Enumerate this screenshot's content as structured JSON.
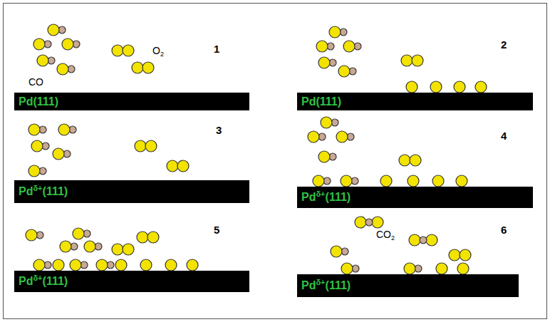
{
  "diagram": {
    "nodes": [
      {
        "text": [
          "Pd(111)"
        ]
      },
      {
        "text": [
          "Pd(111)"
        ]
      },
      {
        "text": [
          "Pdδ+(111)"
        ]
      },
      {
        "text": [
          "Pdδ+(111)"
        ]
      },
      {
        "text": [
          "Pdδ+(111)"
        ]
      },
      {
        "text": [
          "Pdδ+(111)"
        ]
      }
    ],
    "labels": [
      "1",
      "2",
      "3",
      "4",
      "5",
      "6",
      "CO",
      "O2",
      "CO2"
    ]
  }
}
